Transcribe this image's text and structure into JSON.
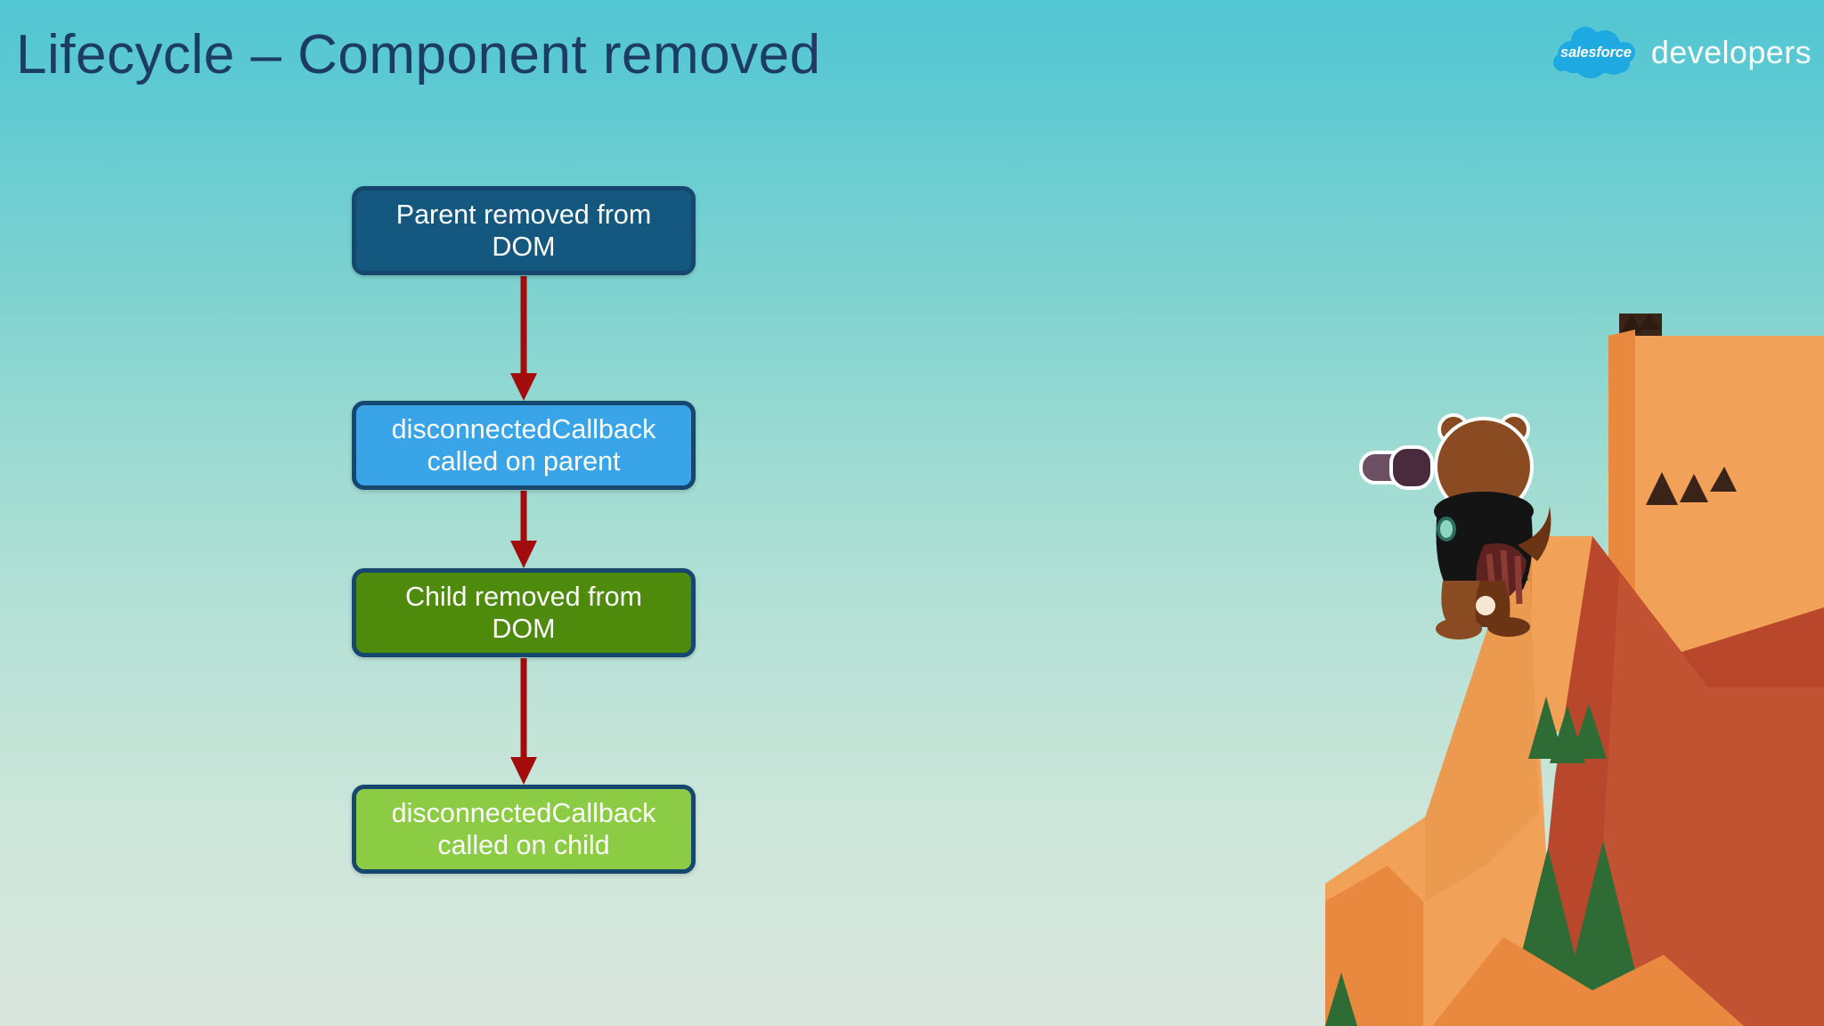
{
  "slide": {
    "title": "Lifecycle – Component removed",
    "background_top_color": "#51c6d2",
    "background_bottom_color": "#d9e5dc",
    "title_color": "#1d3c63"
  },
  "brand": {
    "cloud_label": "salesforce",
    "suffix_label": "developers",
    "cloud_color": "#1eaae0",
    "suffix_color": "#ffffff"
  },
  "flow": {
    "arrow_color": "#a30c0c",
    "border_color": "#16476e",
    "text_color": "#ffffff",
    "steps": [
      {
        "line1": "Parent removed from",
        "line2": "DOM",
        "fill": "#15587f"
      },
      {
        "line1": "disconnectedCallback",
        "line2": "called on parent",
        "fill": "#39a5e8"
      },
      {
        "line1": "Child removed from",
        "line2": "DOM",
        "fill": "#4e8a0c"
      },
      {
        "line1": "disconnectedCallback",
        "line2": "called on child",
        "fill": "#8bcc44"
      }
    ]
  },
  "illustration": {
    "name": "codey-bear-with-binoculars-on-cliff",
    "rock_light_color": "#f2a158",
    "rock_mid_color": "#e8893f",
    "rock_dark_color": "#b8472c",
    "tree_color": "#2f6b34",
    "tree_dark_color": "#3a2318",
    "bear_body_color": "#8a4b22",
    "bear_dark_color": "#6b3415",
    "jacket_color": "#141414",
    "binocular_color": "#6d4f63"
  }
}
